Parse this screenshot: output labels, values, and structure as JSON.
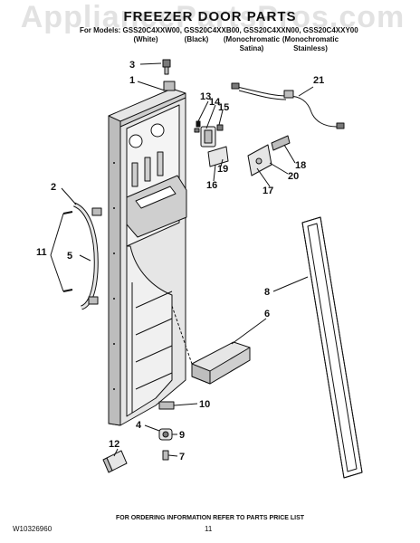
{
  "watermark": "AppliancePartsPros.com",
  "title": "FREEZER DOOR PARTS",
  "models_line": "For Models: GSS20C4XXW00, GSS20C4XXB00, GSS20C4XXN00, GSS20C4XXY00",
  "variants": {
    "white": "(White)",
    "black": "(Black)",
    "mono_satina": "(Monochromatic\nSatina)",
    "mono_stainless": "(Monochromatic\nStainless)"
  },
  "callouts": {
    "c1": "1",
    "c2": "2",
    "c3": "3",
    "c4": "4",
    "c5": "5",
    "c6": "6",
    "c7": "7",
    "c8": "8",
    "c9": "9",
    "c10": "10",
    "c11": "11",
    "c12": "12",
    "c13": "13",
    "c14": "14",
    "c15": "15",
    "c16": "16",
    "c17": "17",
    "c18": "18",
    "c19": "19",
    "c20": "20",
    "c21": "21"
  },
  "footer": {
    "ordering_note": "FOR ORDERING INFORMATION REFER TO PARTS PRICE LIST",
    "doc_number": "W10326960",
    "page_number": "11"
  },
  "colors": {
    "line": "#111111",
    "fill_light": "#e6e6e6",
    "fill_mid": "#bdbdbd",
    "fill_dark": "#7a7a7a"
  }
}
